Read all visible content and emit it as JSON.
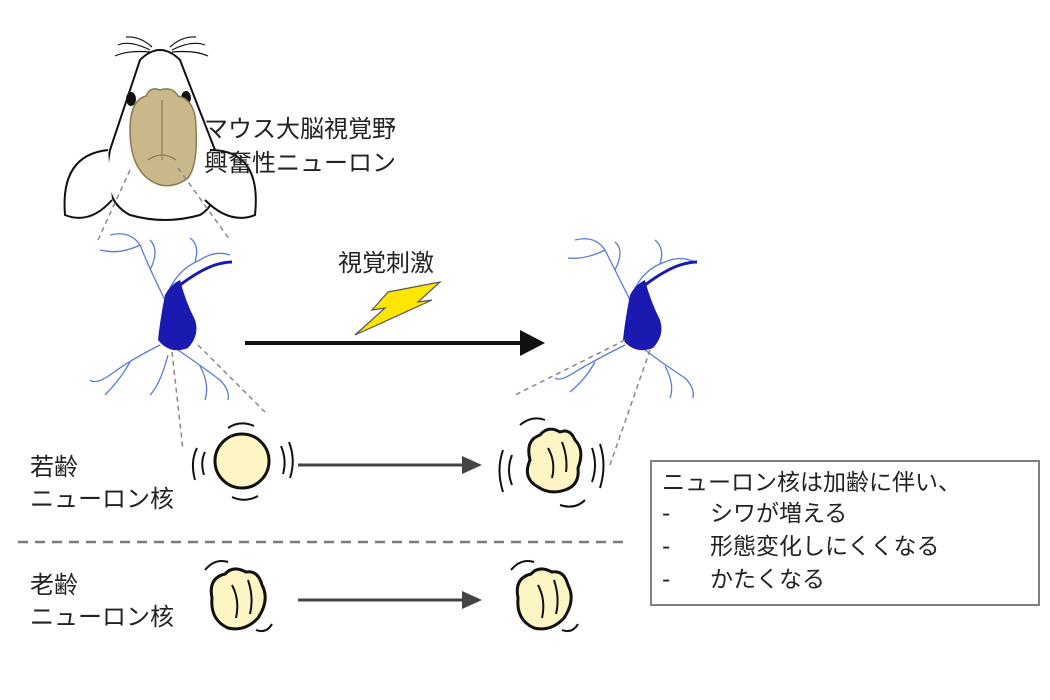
{
  "mouse_label": [
    "マウス大脳視覚野",
    "興奮性ニューロン"
  ],
  "stimulus_label": "視覚刺激",
  "young_label": [
    "若齢",
    "ニューロン核"
  ],
  "old_label": [
    "老齢",
    "ニューロン核"
  ],
  "summary": {
    "title": "ニューロン核は加齢に伴い、",
    "dash": "-",
    "items": [
      "シワが増える",
      "形態変化しにくくなる",
      "かたくなる"
    ]
  },
  "colors": {
    "neuron": "#1a1ab0",
    "neuron_dendrite": "#5a7bd6",
    "brain": "#c8b88a",
    "nucleus": "#fdf6c4",
    "bolt": "#ffe600",
    "divider": "#7a7a7a"
  }
}
